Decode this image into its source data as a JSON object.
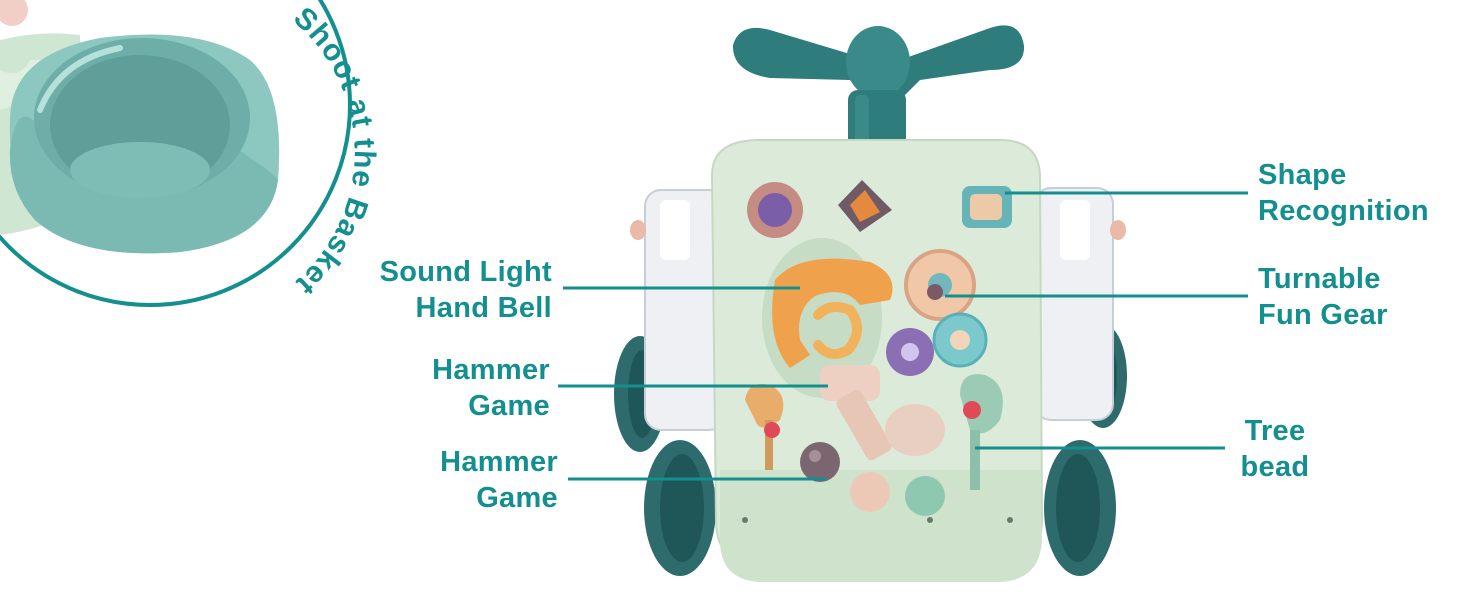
{
  "colors": {
    "accent": "#138f8f",
    "walker_body": "#dcebd9",
    "handle": "#2f7c7c",
    "wheel": "#2e6b6c"
  },
  "basket_caption": "Shoot at the Basket",
  "features": {
    "shape_recognition": {
      "line1": "Shape",
      "line2": "Recognition"
    },
    "turnable_fun_gear": {
      "line1": "Turnable",
      "line2": "Fun Gear"
    },
    "tree_bead": {
      "line1": "Tree",
      "line2": "bead"
    },
    "sound_light_hand_bell": {
      "line1": "Sound Light",
      "line2": "Hand Bell"
    },
    "hammer_game_1": {
      "line1": "Hammer",
      "line2": "Game"
    },
    "hammer_game_2": {
      "line1": "Hammer",
      "line2": "Game"
    }
  }
}
